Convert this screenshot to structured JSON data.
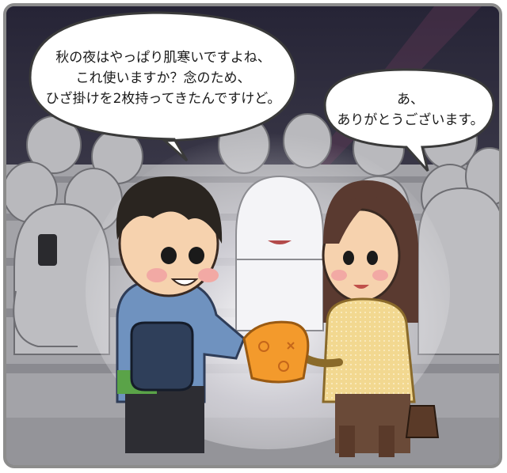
{
  "bubble_left": {
    "lines": [
      "秋の夜はやっぱり肌寒いですよね、",
      "これ使いますか？念のため、",
      "ひざ掛けを2枚持ってきたんですけど。"
    ]
  },
  "bubble_right": {
    "lines": [
      "あ、",
      "ありがとうございます。"
    ]
  },
  "colors": {
    "night_sky": "#2c2a3c",
    "crowd_gray": "#b5b5b8",
    "bleacher": "#9a9a9e",
    "man_jacket": "#6f92bf",
    "woman_cardigan": "#f1d58c",
    "blanket": "#f39a2c",
    "frame": "#8c8c8c"
  }
}
